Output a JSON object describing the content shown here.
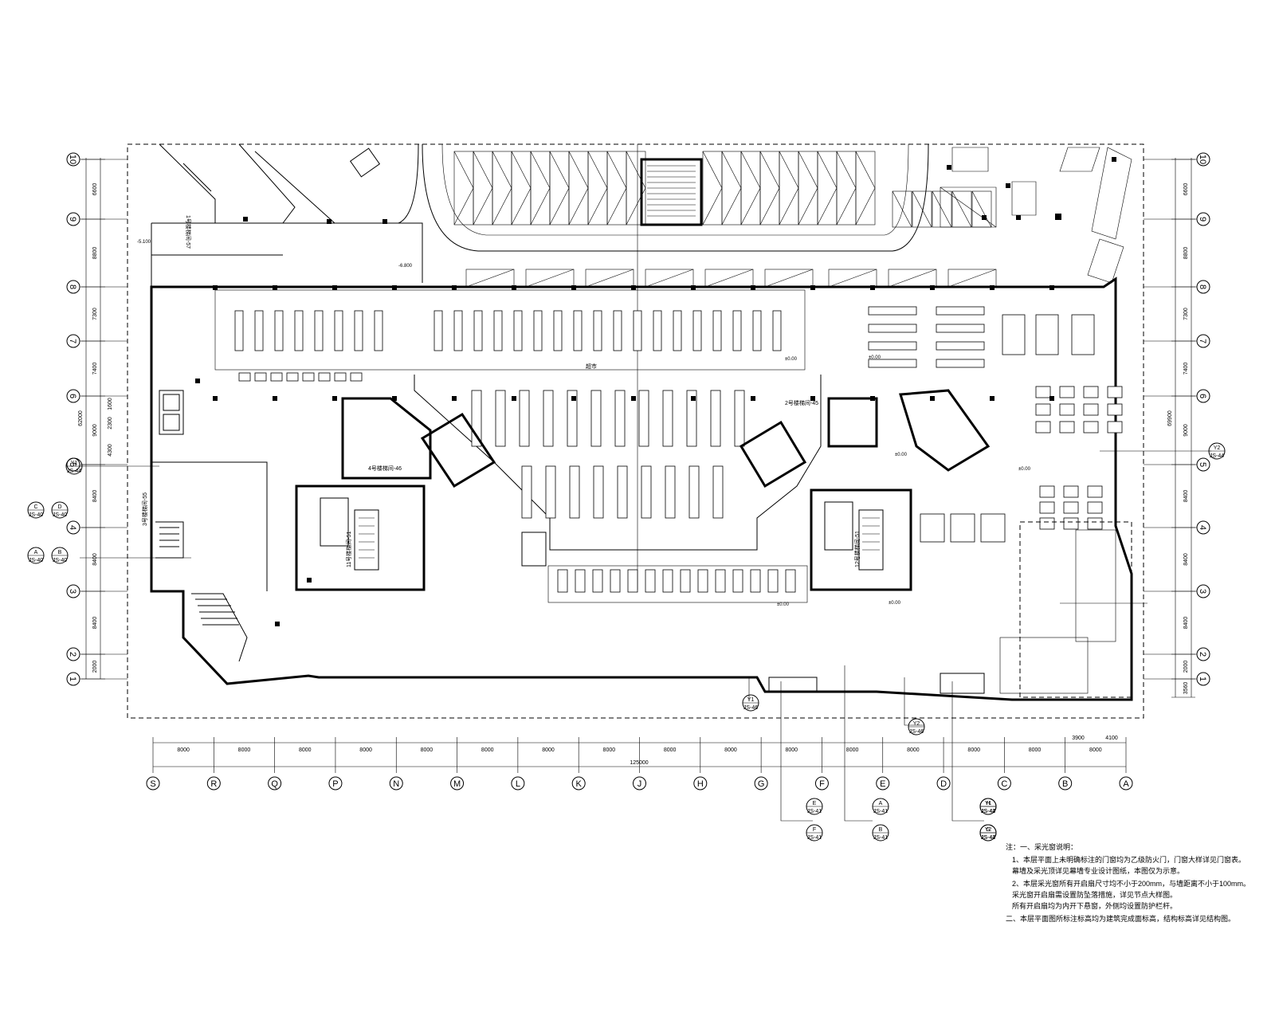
{
  "plan": {
    "bottom_axes": [
      "S",
      "R",
      "Q",
      "P",
      "N",
      "M",
      "L",
      "K",
      "J",
      "H",
      "G",
      "F",
      "E",
      "D",
      "C",
      "B",
      "A"
    ],
    "left_axes": [
      "10",
      "9",
      "8",
      "7",
      "6",
      "5",
      "4",
      "3",
      "2",
      "1"
    ],
    "right_axes": [
      "10",
      "9",
      "8",
      "7",
      "6",
      "5",
      "4",
      "3",
      "2",
      "1"
    ],
    "bottom_dims": [
      "8000",
      "8000",
      "8000",
      "8000",
      "8000",
      "8000",
      "8000",
      "8000",
      "8000",
      "8000",
      "8000",
      "8000",
      "8000",
      "8000",
      "8000",
      "8000"
    ],
    "bottom_subdims": [
      "3900",
      "4100"
    ],
    "bottom_total": "125000",
    "left_dims": [
      "6600",
      "8800",
      "7300",
      "7400",
      "9000",
      "8400",
      "8400",
      "8400",
      "2000"
    ],
    "left_subdims": [
      "1600",
      "2300",
      "4300"
    ],
    "left_total": "62000",
    "right_dims": [
      "6600",
      "8800",
      "7300",
      "7400",
      "9000",
      "8400",
      "8400",
      "8400",
      "2000",
      "3560"
    ],
    "right_total": "69900",
    "room_labels": [
      "1号楼梯间-57",
      "3号楼梯间-55",
      "2号楼梯间-45",
      "4号楼梯间-46",
      "11号楼梯间-51",
      "12号楼梯间-51",
      "超市"
    ],
    "elevations": [
      "-6.800",
      "-5.100",
      "±0.00",
      "±0.00",
      "±0.00",
      "±0.00",
      "±0.00",
      "±0.00"
    ]
  },
  "sections": [
    {
      "id": "C",
      "sheet": "JS-40"
    },
    {
      "id": "D",
      "sheet": "JS-40"
    },
    {
      "id": "A",
      "sheet": "JS-40"
    },
    {
      "id": "B",
      "sheet": "JS-40"
    },
    {
      "id": "E",
      "sheet": "JS-41"
    },
    {
      "id": "F",
      "sheet": "JS-41"
    },
    {
      "id": "A",
      "sheet": "JS-41"
    },
    {
      "id": "B",
      "sheet": "JS-41"
    },
    {
      "id": "H",
      "sheet": "JS-42"
    },
    {
      "id": "G",
      "sheet": "JS-42"
    },
    {
      "id": "Y1",
      "sheet": "JS-44"
    },
    {
      "id": "Y2",
      "sheet": "JS-44"
    },
    {
      "id": "Y1",
      "sheet": "JS-46"
    },
    {
      "id": "Y2",
      "sheet": "JS-46"
    },
    {
      "id": "Y1",
      "sheet": "JS-44"
    },
    {
      "id": "Y2",
      "sheet": "JS-44"
    }
  ],
  "notes": {
    "title": "注：一、采光窗说明：",
    "lines": [
      "1、本层平面上未明确标注的门窗均为乙级防火门，门窗大样详见门窗表。",
      "   幕墙及采光顶详见幕墙专业设计图纸，本图仅为示意。",
      "2、本层采光窗所有开启扇尺寸均不小于200mm，与墙距离不小于100mm。",
      "   采光窗开启扇需设置防坠落措施，详见节点大样图。",
      "   所有开启扇均为内开下悬窗，外侧均设置防护栏杆。",
      "二、本层平面图所标注标高均为建筑完成面标高，结构标高详见结构图。"
    ]
  }
}
